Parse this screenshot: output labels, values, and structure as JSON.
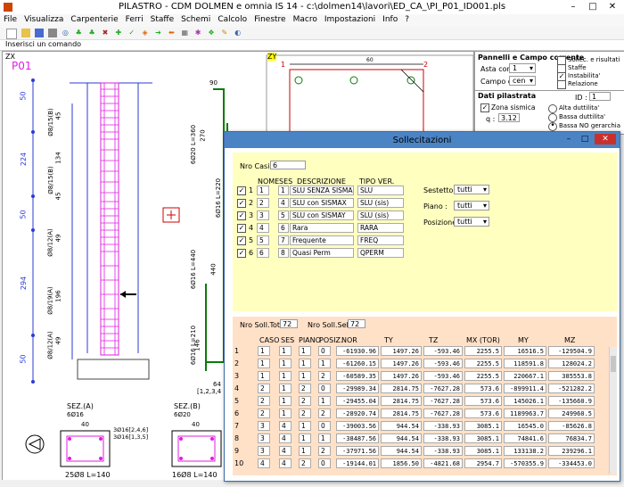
{
  "window": {
    "title": "PILASTRO - CDM DOLMEN e omnia IS 14 - c:\\dolmen14\\lavori\\ED_CA_\\PI_P01_ID001.pls"
  },
  "menu": [
    "File",
    "Visualizza",
    "Carpenterie",
    "Ferri",
    "Staffe",
    "Schemi",
    "Calcolo",
    "Finestre",
    "Macro",
    "Impostazioni",
    "Info",
    "?"
  ],
  "command": {
    "label": "Inserisci un comando"
  },
  "drawing": {
    "view_label": "ZX",
    "view_label2": "ZY",
    "pilaster_id": "P01",
    "left_dims": [
      "50",
      "224",
      "50",
      "294",
      "50"
    ],
    "bar_labels": [
      "Ø8/15(B)",
      "45",
      "Ø8/15(B)",
      "134",
      "45",
      "Ø8/12(A)",
      "49",
      "Ø8/19(A)",
      "196",
      "Ø8/12(A)",
      "49"
    ],
    "right_labels": [
      "6Ø20 L=360",
      "270",
      "6Ø16 L=220",
      "6Ø16 L=440",
      "6Ø16 L=210",
      "440",
      "146",
      "90",
      "64",
      "[1,2,3,4"
    ],
    "zy_numbers": [
      "1",
      "60",
      "2"
    ],
    "sections": [
      {
        "title": "SEZ.(A)",
        "sub": "6Ø16",
        "dim": "40",
        "notes": [
          "3Ø16[2,4,6]",
          "3Ø16[1,3,5]"
        ],
        "foot": "25Ø8 L=140"
      },
      {
        "title": "SEZ.(B)",
        "sub": "6Ø20",
        "dim": "40",
        "foot": "16Ø8 L=140"
      }
    ]
  },
  "panel": {
    "title": "Pannelli e Campo corrente",
    "asta_label": "Asta corr.",
    "asta_value": "1",
    "campo_label": "Campo corr.",
    "campo_value": "cen",
    "checks": [
      {
        "label": "Sollec. e risultati",
        "checked": false
      },
      {
        "label": "Staffe",
        "checked": false
      },
      {
        "label": "Instabilita'",
        "checked": true
      },
      {
        "label": "Relazione",
        "checked": false
      }
    ],
    "dati_title": "Dati pilastrata",
    "id_label": "ID :",
    "id_value": "1",
    "zona_label": "Zona sismica",
    "zona_checked": true,
    "q_label": "q :",
    "q_value": "3.12",
    "radios": [
      {
        "label": "Alta duttilita'",
        "selected": false
      },
      {
        "label": "Bassa duttilita'",
        "selected": false
      },
      {
        "label": "Bassa NO gerarchia",
        "selected": true
      }
    ]
  },
  "dialog": {
    "title": "Sollecitazioni",
    "nro_casi_label": "Nro Casi :",
    "nro_casi_value": "6",
    "headers": [
      "NOME",
      "SES",
      "DESCRIZIONE",
      "TIPO VER."
    ],
    "cases": [
      {
        "checked": true,
        "idx": "1",
        "nome": "1",
        "ses": "1",
        "desc": "SLU SENZA SISMA",
        "tipo": "SLU"
      },
      {
        "checked": true,
        "idx": "2",
        "nome": "2",
        "ses": "4",
        "desc": "SLU con SISMAX",
        "tipo": "SLU (sis)"
      },
      {
        "checked": true,
        "idx": "3",
        "nome": "3",
        "ses": "5",
        "desc": "SLU con SISMAY",
        "tipo": "SLU (sis)"
      },
      {
        "checked": true,
        "idx": "4",
        "nome": "4",
        "ses": "6",
        "desc": "Rara",
        "tipo": "RARA"
      },
      {
        "checked": true,
        "idx": "5",
        "nome": "5",
        "ses": "7",
        "desc": "Frequente",
        "tipo": "FREQ"
      },
      {
        "checked": true,
        "idx": "6",
        "nome": "6",
        "ses": "8",
        "desc": "Quasi Perm",
        "tipo": "QPERM"
      }
    ],
    "filters": [
      {
        "label": "Sestetto :",
        "value": "tutti"
      },
      {
        "label": "Piano :",
        "value": "tutti"
      },
      {
        "label": "Posizione :",
        "value": "tutti"
      }
    ],
    "soll_totali_label": "Nro Soll.Totali :",
    "soll_totali_value": "72",
    "soll_selez_label": "Nro Soll.Selez. :",
    "soll_selez_value": "72",
    "soll_headers": [
      "CASO",
      "SES",
      "PIANO",
      "POSIZ.",
      "NOR",
      "TY",
      "TZ",
      "MX (TOR)",
      "MY",
      "MZ"
    ],
    "rows": [
      [
        "1",
        "1",
        "1",
        "1",
        "0",
        "-61930.96",
        "1497.26",
        "-593.46",
        "2255.5",
        "16516.5",
        "-129504.9"
      ],
      [
        "2",
        "1",
        "1",
        "1",
        "1",
        "-61260.15",
        "1497.26",
        "-593.46",
        "2255.5",
        "118591.8",
        "128024.2"
      ],
      [
        "3",
        "1",
        "1",
        "1",
        "2",
        "-60589.35",
        "1497.26",
        "-593.46",
        "2255.5",
        "220667.1",
        "385553.8"
      ],
      [
        "4",
        "2",
        "1",
        "2",
        "0",
        "-29989.34",
        "2814.75",
        "-7627.28",
        "573.6",
        "-899911.4",
        "-521282.2"
      ],
      [
        "5",
        "2",
        "1",
        "2",
        "1",
        "-29455.04",
        "2814.75",
        "-7627.28",
        "573.6",
        "145026.1",
        "-135660.9"
      ],
      [
        "6",
        "2",
        "1",
        "2",
        "2",
        "-28920.74",
        "2814.75",
        "-7627.28",
        "573.6",
        "1189963.7",
        "249960.5"
      ],
      [
        "7",
        "3",
        "4",
        "1",
        "0",
        "-39003.56",
        "944.54",
        "-338.93",
        "3085.1",
        "16545.0",
        "-85626.8"
      ],
      [
        "8",
        "3",
        "4",
        "1",
        "1",
        "-38487.56",
        "944.54",
        "-338.93",
        "3085.1",
        "74841.6",
        "76834.7"
      ],
      [
        "9",
        "3",
        "4",
        "1",
        "2",
        "-37971.56",
        "944.54",
        "-338.93",
        "3085.1",
        "133138.2",
        "239296.1"
      ],
      [
        "10",
        "4",
        "4",
        "2",
        "0",
        "-19144.01",
        "1856.50",
        "-4821.68",
        "2954.7",
        "-570355.9",
        "-334453.0"
      ]
    ]
  },
  "colors": {
    "accent": "#4a84c5",
    "close": "#c9302c",
    "upper_bg": "#ffffc0",
    "lower_bg": "#ffe1c8",
    "steel": "#e01ee0",
    "green": "#0a7a0a",
    "blue": "#2b3bd6"
  }
}
